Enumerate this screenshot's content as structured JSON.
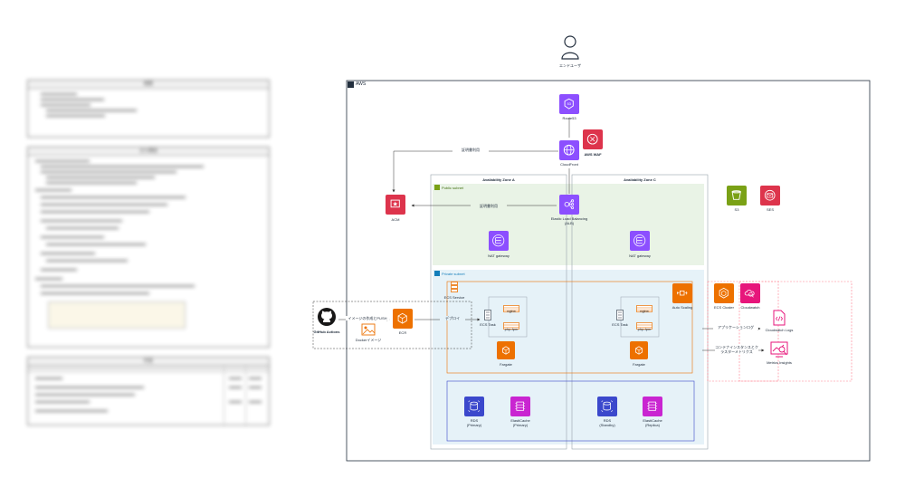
{
  "left_panel": {
    "box1_title": "概要",
    "box2_title": "主な構成",
    "box3_title": "料金"
  },
  "diagram": {
    "user_label": "エンドユーザ",
    "aws_label": "AWS",
    "route53": "Route53",
    "cloudfront": "CloudFront",
    "waf": "AWS WAF",
    "acm": "ACM",
    "az_a": "Availability Zone A",
    "az_c": "Availability Zone C",
    "public_subnet": "Public subnet",
    "private_subnet": "Private subnet",
    "alb": "Elastic Load Balancing\n(ALB)",
    "nat_a": "NAT gateway",
    "nat_c": "NAT gateway",
    "s3": "S3",
    "ses": "SES",
    "ecs_service": "ECS Service",
    "ecs_task_a": "ECS Task",
    "ecs_task_c": "ECS Task",
    "nginx_a": "nginx",
    "php_a": "php-fpm",
    "nginx_c": "nginx",
    "php_c": "php-fpm",
    "fargate_a": "Fargate",
    "fargate_c": "Fargate",
    "auto_scaling": "Auto Scaling",
    "ecs_cluster": "ECS Cluster",
    "cloudwatch": "Cloudwatch",
    "cw_logs": "Cloudwatch Logs",
    "metrics_insights": "Metrics Insights",
    "github_actions": "GitHub Actions",
    "docker_image": "Dockerイメージ",
    "ecr": "ECR",
    "rds_primary": "RDS\n(Primary)",
    "elasticache_primary": "ElastiCache\n(Primary)",
    "rds_standby": "RDS\n(Standby)",
    "elasticache_replica": "ElastiCache\n(Replica)",
    "edge_cert_1": "証明書利用",
    "edge_cert_2": "証明書利用",
    "edge_push": "イメージの作成とPUSH",
    "edge_deploy": "デプロイ",
    "edge_app_log": "アプリケーションログ",
    "edge_metrics": "コンテナインスタンスとクラスターメトリクス"
  },
  "colors": {
    "network_purple": "#8c4fff",
    "security_red": "#dd344c",
    "compute_orange": "#ed7100",
    "storage_green": "#7aa116",
    "database_blue": "#3b48cc",
    "db_magenta": "#c925d1",
    "mgmt_pink": "#e7157b",
    "public_fill": "#e9f3e6",
    "private_fill": "#e6f2f8"
  }
}
